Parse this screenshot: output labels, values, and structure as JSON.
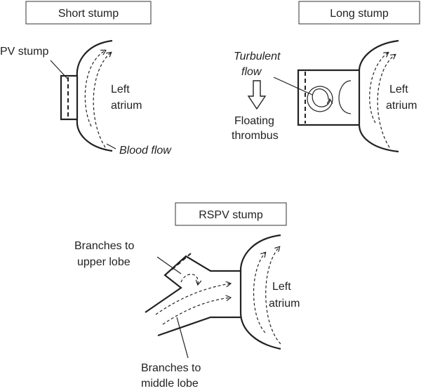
{
  "panels": {
    "short": {
      "title": "Short stump",
      "pv_label": "PV stump",
      "atrium_line1": "Left",
      "atrium_line2": "atrium",
      "flow_label": "Blood flow"
    },
    "long": {
      "title": "Long stump",
      "turbulent_line1": "Turbulent",
      "turbulent_line2": "flow",
      "thrombus_line1": "Floating",
      "thrombus_line2": "thrombus",
      "atrium_line1": "Left",
      "atrium_line2": "atrium"
    },
    "rspv": {
      "title": "RSPV stump",
      "upper_line1": "Branches to",
      "upper_line2": "upper lobe",
      "middle_line1": "Branches to",
      "middle_line2": "middle lobe",
      "atrium_line1": "Left",
      "atrium_line2": "atrium"
    }
  }
}
